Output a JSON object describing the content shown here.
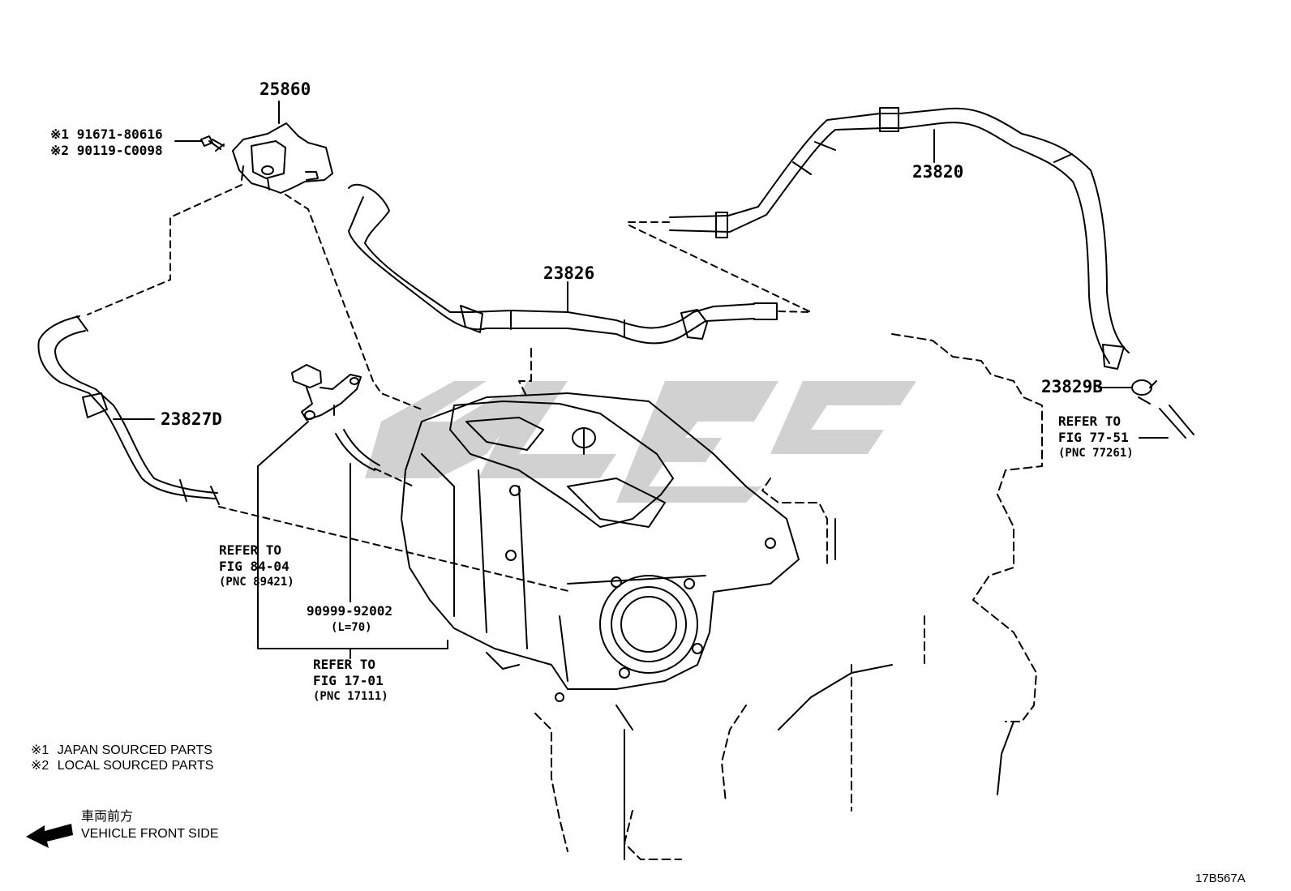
{
  "diagram": {
    "figure_code": "17B567A",
    "watermark": "",
    "parts": {
      "p25860": "25860",
      "p23820": "23820",
      "p23826": "23826",
      "p23827D": "23827D",
      "p23829B": "23829B",
      "p90999": "90999-92002",
      "p90999_note": "(L=70)"
    },
    "bolt": {
      "line1_mark": "※1",
      "line1_pn": "91671-80616",
      "line2_mark": "※2",
      "line2_pn": "90119-C0098"
    },
    "refs": {
      "fig77": {
        "l1": "REFER TO",
        "l2": "FIG 77-51",
        "l3": "(PNC 77261)"
      },
      "fig84": {
        "l1": "REFER TO",
        "l2": "FIG 84-04",
        "l3": "(PNC 89421)"
      },
      "fig17": {
        "l1": "REFER TO",
        "l2": "FIG 17-01",
        "l3": "(PNC 17111)"
      }
    },
    "legend": {
      "l1_mark": "※1",
      "l1_text": "JAPAN SOURCED PARTS",
      "l2_mark": "※2",
      "l2_text": "LOCAL SOURCED PARTS"
    },
    "front": {
      "jp": "車両前方",
      "en": "VEHICLE FRONT SIDE"
    }
  }
}
